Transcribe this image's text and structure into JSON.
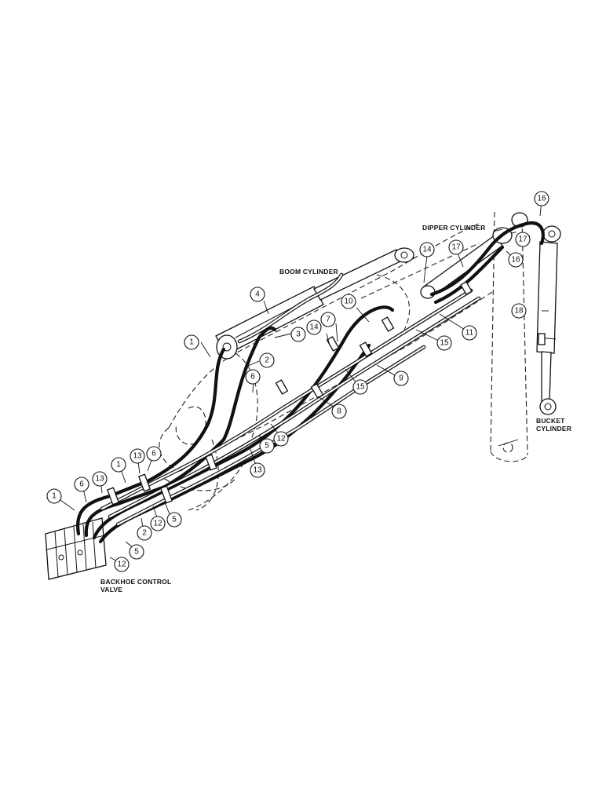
{
  "labels": {
    "boom_cylinder": "BOOM CYLINDER",
    "dipper_cylinder": "DIPPER CYLINDER",
    "bucket_cylinder_l1": "BUCKET",
    "bucket_cylinder_l2": "CYLINDER",
    "control_valve_l1": "BACKHOE CONTROL",
    "control_valve_l2": "VALVE"
  },
  "callouts": [
    {
      "id": "c1a",
      "text": "1"
    },
    {
      "id": "c1b",
      "text": "1"
    },
    {
      "id": "c1c",
      "text": "1"
    },
    {
      "id": "c2a",
      "text": "2"
    },
    {
      "id": "c2b",
      "text": "2"
    },
    {
      "id": "c3",
      "text": "3"
    },
    {
      "id": "c4",
      "text": "4"
    },
    {
      "id": "c5a",
      "text": "5"
    },
    {
      "id": "c5b",
      "text": "5"
    },
    {
      "id": "c5c",
      "text": "5"
    },
    {
      "id": "c6a",
      "text": "6"
    },
    {
      "id": "c6b",
      "text": "6"
    },
    {
      "id": "c6c",
      "text": "6"
    },
    {
      "id": "c7",
      "text": "7"
    },
    {
      "id": "c8",
      "text": "8"
    },
    {
      "id": "c9",
      "text": "9"
    },
    {
      "id": "c10",
      "text": "10"
    },
    {
      "id": "c11",
      "text": "11"
    },
    {
      "id": "c12a",
      "text": "12"
    },
    {
      "id": "c12b",
      "text": "12"
    },
    {
      "id": "c12c",
      "text": "12"
    },
    {
      "id": "c13a",
      "text": "13"
    },
    {
      "id": "c13b",
      "text": "13"
    },
    {
      "id": "c13c",
      "text": "13"
    },
    {
      "id": "c14a",
      "text": "14"
    },
    {
      "id": "c14b",
      "text": "14"
    },
    {
      "id": "c15a",
      "text": "15"
    },
    {
      "id": "c15b",
      "text": "15"
    },
    {
      "id": "c16a",
      "text": "16"
    },
    {
      "id": "c16b",
      "text": "16"
    },
    {
      "id": "c17a",
      "text": "17"
    },
    {
      "id": "c17b",
      "text": "17"
    },
    {
      "id": "c18",
      "text": "18"
    }
  ]
}
